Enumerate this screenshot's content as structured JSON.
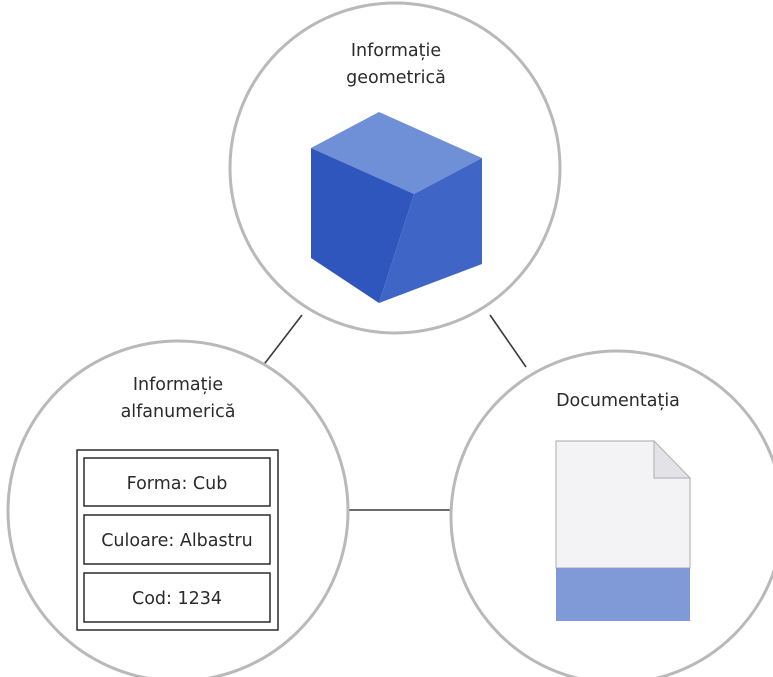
{
  "nodes": {
    "geometric": {
      "title_line1": "Informație",
      "title_line2": "geometrică"
    },
    "alphanumeric": {
      "title_line1": "Informație",
      "title_line2": "alfanumerică",
      "fields": [
        "Forma: Cub",
        "Culoare: Albastru",
        "Cod: 1234"
      ]
    },
    "documentation": {
      "title": "Documentația"
    }
  },
  "colors": {
    "circle_stroke": "#b9b9b9",
    "connector": "#3a3a3a",
    "cube_top": "#6f8fd6",
    "cube_left": "#2f56bd",
    "cube_right": "#3f66c7",
    "doc_paper": "#f3f3f6",
    "doc_band": "#7f9ad6"
  }
}
